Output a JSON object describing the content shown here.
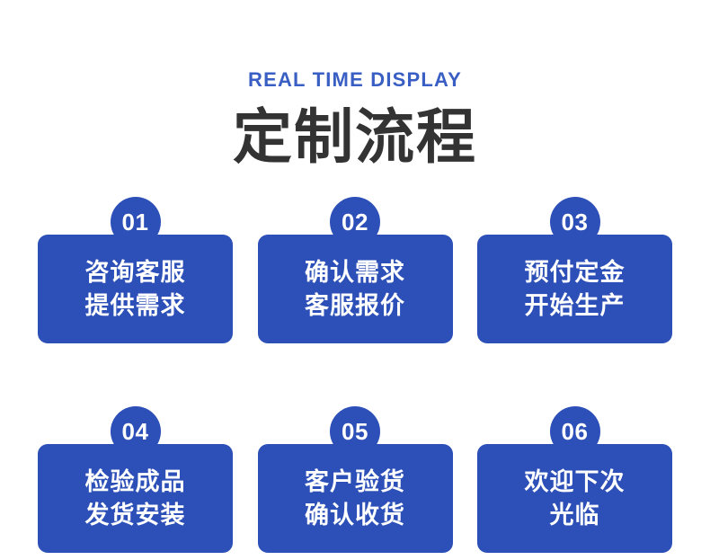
{
  "header": {
    "eyebrow": "REAL TIME DISPLAY",
    "headline": "定制流程"
  },
  "colors": {
    "brand_blue": "#2c4fb8",
    "eyebrow_blue": "#3a5fc4",
    "headline_gray": "#333333",
    "background": "#ffffff",
    "badge_text": "#ffffff",
    "card_text": "#ffffff"
  },
  "steps": [
    {
      "number": "01",
      "line1": "咨询客服",
      "line2": "提供需求"
    },
    {
      "number": "02",
      "line1": "确认需求",
      "line2": "客服报价"
    },
    {
      "number": "03",
      "line1": "预付定金",
      "line2": "开始生产"
    },
    {
      "number": "04",
      "line1": "检验成品",
      "line2": "发货安装"
    },
    {
      "number": "05",
      "line1": "客户验货",
      "line2": "确认收货"
    },
    {
      "number": "06",
      "line1": "欢迎下次",
      "line2": "光临"
    }
  ]
}
